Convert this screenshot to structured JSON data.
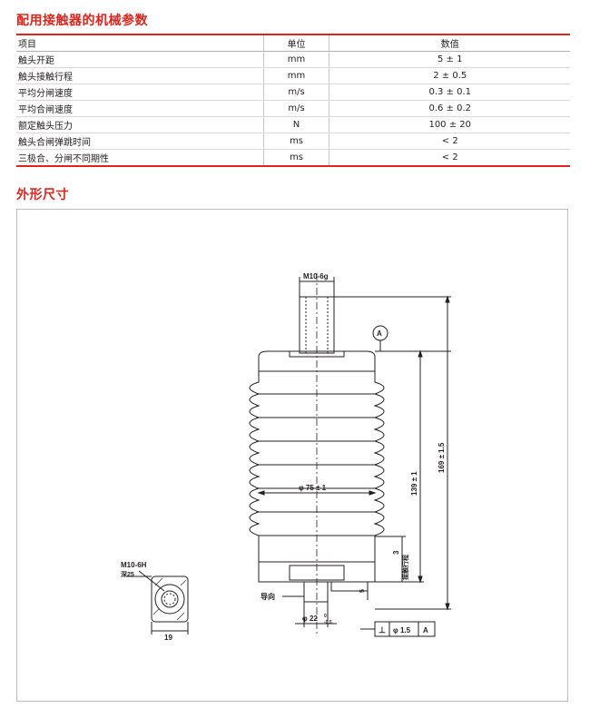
{
  "section1": {
    "title": "配用接触器的机械参数"
  },
  "table": {
    "headers": [
      "项目",
      "单位",
      "数值"
    ],
    "rows": [
      {
        "item": "触头开距",
        "unit": "mm",
        "value": "5 ± 1"
      },
      {
        "item": "触头接触行程",
        "unit": "mm",
        "value": "2 ± 0.5"
      },
      {
        "item": "平均分闸速度",
        "unit": "m/s",
        "value": "0.3 ± 0.1"
      },
      {
        "item": "平均合闸速度",
        "unit": "m/s",
        "value": "0.6 ± 0.2"
      },
      {
        "item": "额定触头压力",
        "unit": "N",
        "value": "100 ± 20"
      },
      {
        "item": "触头合闸弹跳时间",
        "unit": "ms",
        "value": "< 2"
      },
      {
        "item": "三极合、分闸不同期性",
        "unit": "ms",
        "value": "< 2"
      }
    ]
  },
  "section2": {
    "title": "外形尺寸"
  },
  "drawing": {
    "thread_top": "M10-6g",
    "datum": "A",
    "dim_height_overall": "169 ± 1.5",
    "dim_height_body": "139 ± 1",
    "dim_diameter": "φ 75 ± 1",
    "dim_stroke": "3",
    "dim_stroke_note": "接触行程",
    "dim_small": "5",
    "guide_label": "导向",
    "dim_bottom_diameter": "φ 22",
    "dim_bottom_tol_upper": "0",
    "dim_bottom_tol_lower": "-0.5",
    "tolerance_symbol": "⊥",
    "tolerance_value": "φ 1.5",
    "tolerance_datum": "A",
    "side_thread": "M10-6H",
    "side_depth": "深25",
    "side_width": "19"
  }
}
